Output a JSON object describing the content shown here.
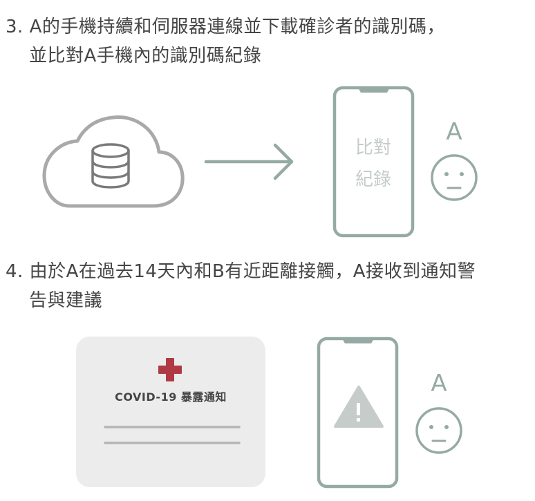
{
  "step3": {
    "line1": "3. A的手機持續和伺服器連線並下載確診者的識別碼，",
    "line2": "並比對A手機內的識別碼紀錄"
  },
  "step3_phone": {
    "text_line1": "比對",
    "text_line2": "紀錄"
  },
  "step3_person": {
    "label": "A"
  },
  "step4": {
    "line1": "4. 由於A在過去14天內和B有近距離接觸，A接收到通知警",
    "line2": "告與建議"
  },
  "notice_card": {
    "title": "COVID-19 暴露通知"
  },
  "step4_person": {
    "label": "A"
  },
  "colors": {
    "text": "#454545",
    "outline_gray": "#a9a9a9",
    "phone_green_gray": "#96aaa5",
    "warning_triangle": "#c5ccca",
    "red_cross": "#b03a43",
    "card_bg": "#ececec"
  },
  "icons": [
    "cloud-icon",
    "database-icon",
    "arrow-right-icon",
    "phone-icon",
    "neutral-face-icon",
    "red-cross-icon",
    "warning-icon"
  ]
}
